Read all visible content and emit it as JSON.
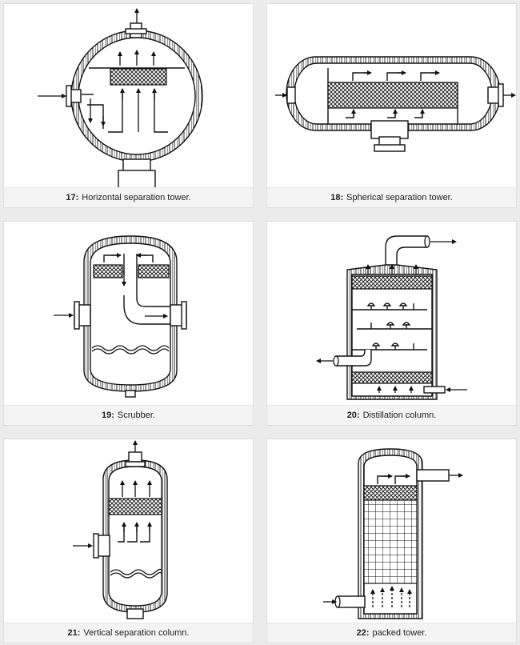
{
  "figures": [
    {
      "number": "17:",
      "caption": "Horizontal separation tower."
    },
    {
      "number": "18:",
      "caption": "Spherical separation tower."
    },
    {
      "number": "19:",
      "caption": "Scrubber."
    },
    {
      "number": "20:",
      "caption": "Distillation column."
    },
    {
      "number": "21:",
      "caption": "Vertical separation column."
    },
    {
      "number": "22:",
      "caption": "packed tower."
    }
  ]
}
